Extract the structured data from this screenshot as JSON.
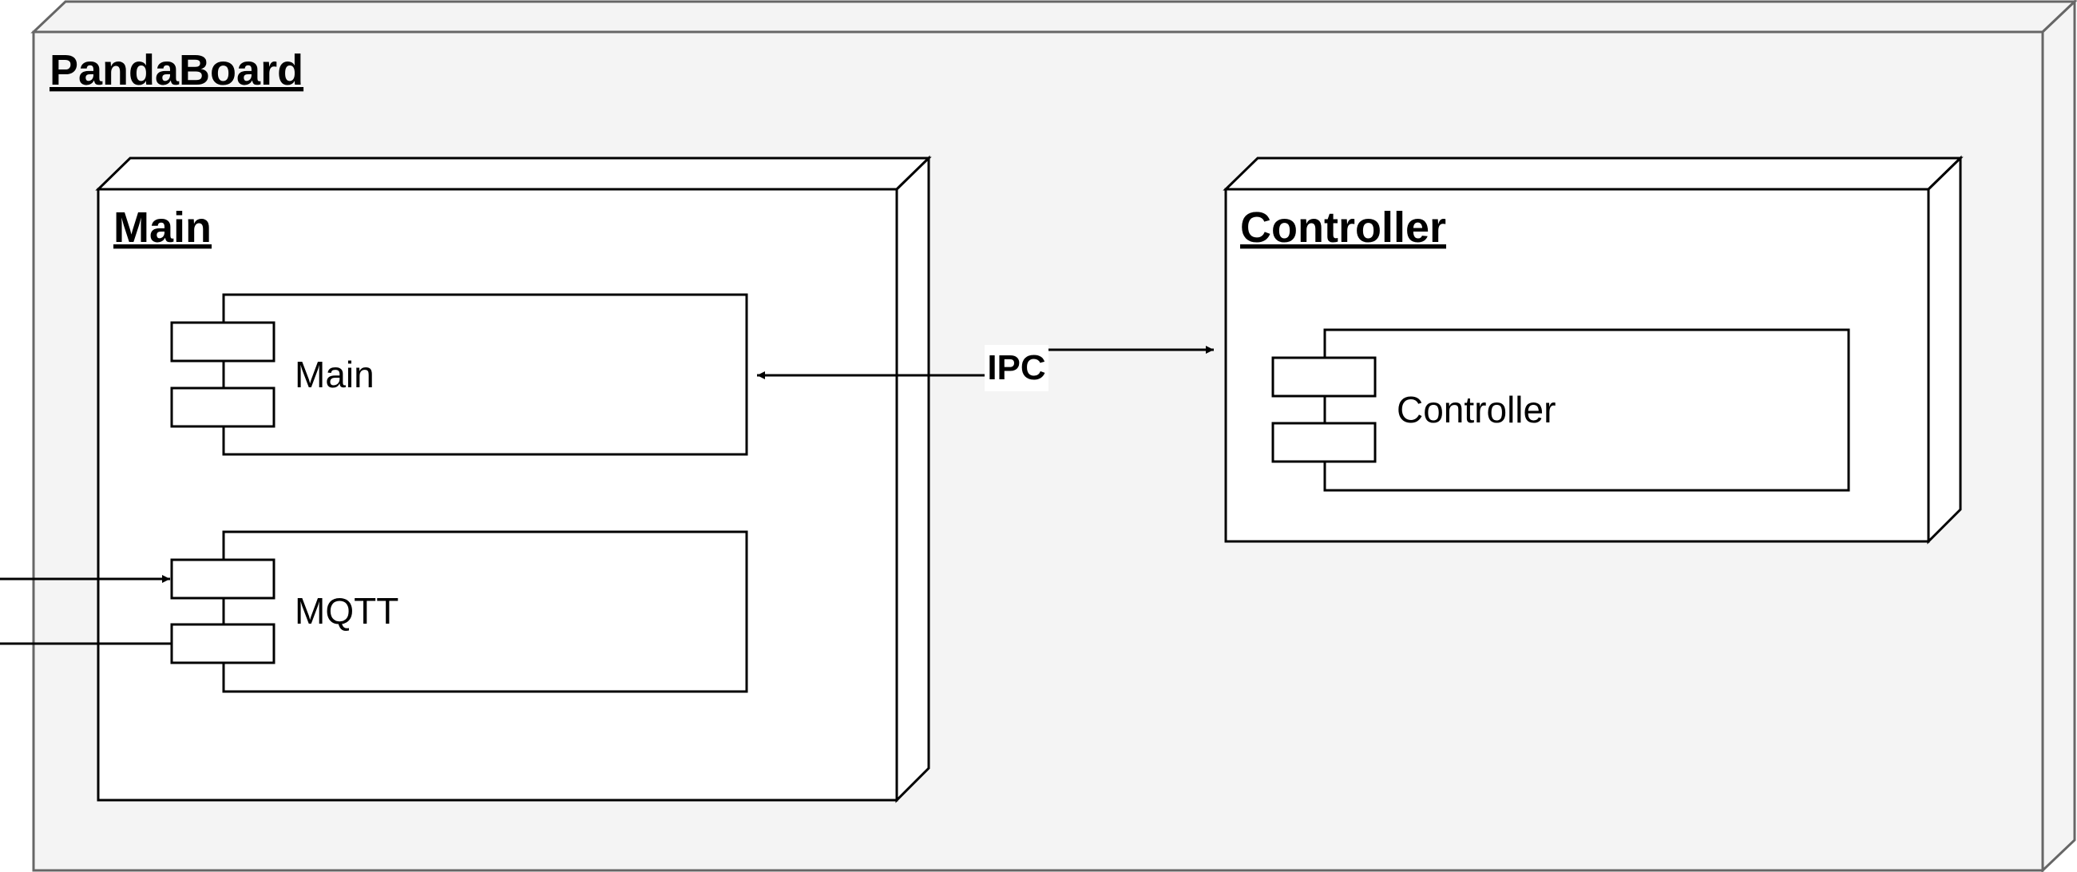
{
  "diagram": {
    "outer_node": {
      "title": "PandaBoard"
    },
    "nodes": [
      {
        "id": "main",
        "title": "Main",
        "components": [
          "Main",
          "MQTT"
        ]
      },
      {
        "id": "controller",
        "title": "Controller",
        "components": [
          "Controller"
        ]
      }
    ],
    "edges": [
      {
        "label": "IPC",
        "from": "Main",
        "to": "Controller",
        "direction": "bidirectional"
      }
    ],
    "colors": {
      "outer_fill": "#f4f4f4",
      "outer_stroke": "#666666",
      "node_fill": "#ffffff",
      "stroke": "#000000"
    }
  }
}
